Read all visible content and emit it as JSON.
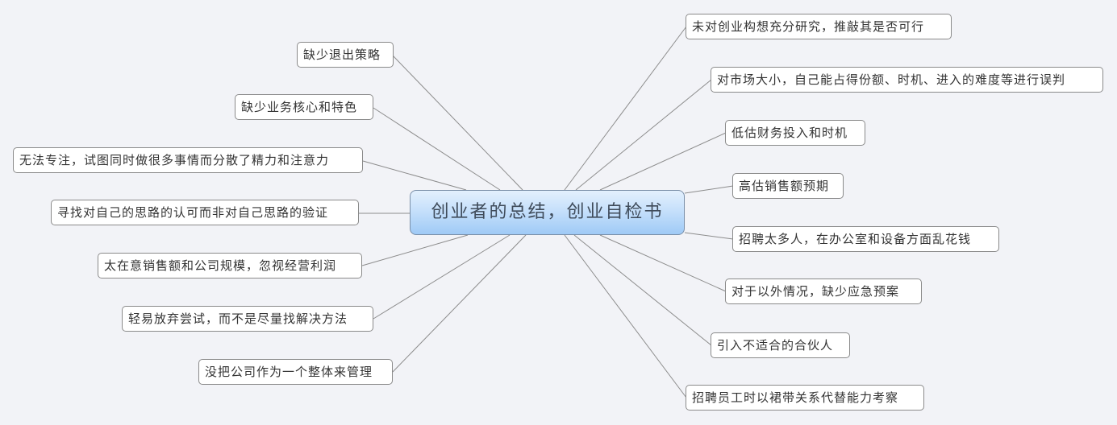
{
  "mindmap": {
    "root": {
      "label": "创业者的总结，创业自检书"
    },
    "colors": {
      "background": "#f2f3f7",
      "root_fill_top": "#e3f0fd",
      "root_fill_bottom": "#9fcaf6",
      "root_border": "#7a8fa8",
      "node_fill": "#ffffff",
      "node_border": "#8a8a8a",
      "connector": "#8c8c8c"
    },
    "left_branches": [
      {
        "label": "缺少退出策略"
      },
      {
        "label": "缺少业务核心和特色"
      },
      {
        "label": "无法专注，试图同时做很多事情而分散了精力和注意力"
      },
      {
        "label": "寻找对自己的思路的认可而非对自己思路的验证"
      },
      {
        "label": "太在意销售额和公司规模，忽视经营利润"
      },
      {
        "label": "轻易放弃尝试，而不是尽量找解决方法"
      },
      {
        "label": "没把公司作为一个整体来管理"
      }
    ],
    "right_branches": [
      {
        "label": "未对创业构想充分研究，推敲其是否可行"
      },
      {
        "label": "对市场大小，自己能占得份额、时机、进入的难度等进行误判"
      },
      {
        "label": "低估财务投入和时机"
      },
      {
        "label": "高估销售额预期"
      },
      {
        "label": "招聘太多人，在办公室和设备方面乱花钱"
      },
      {
        "label": "对于以外情况，缺少应急预案"
      },
      {
        "label": "引入不适合的合伙人"
      },
      {
        "label": "招聘员工时以裙带关系代替能力考察"
      }
    ]
  }
}
